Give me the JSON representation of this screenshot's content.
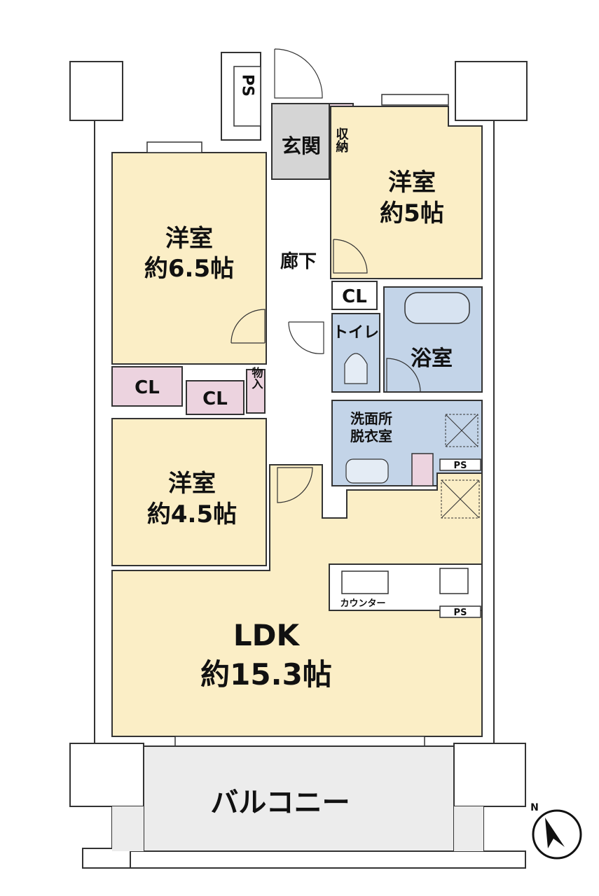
{
  "rooms": {
    "western_a": {
      "name": "洋室",
      "size": "約6.5帖"
    },
    "western_b": {
      "name": "洋室",
      "size": "約5帖"
    },
    "western_c": {
      "name": "洋室",
      "size": "約4.5帖"
    },
    "ldk": {
      "name": "LDK",
      "size": "約15.3帖"
    },
    "entrance": "玄関",
    "storage": "収納",
    "hallway": "廊下",
    "toilet": "トイレ",
    "bath": "浴室",
    "washroom": "洗面所",
    "dressing": "脱衣室",
    "balcony": "バルコニー",
    "cl": "CL",
    "closet_item": "物入",
    "ps": "PS",
    "counter": "カウンター"
  },
  "colors": {
    "room": "#fbeec6",
    "wet": "#c3d4e8",
    "closet": "#ecd3df",
    "entrance": "#d5d5d5",
    "balcony": "#ececec",
    "wall": "#333333"
  },
  "compass": {
    "label": "N"
  }
}
